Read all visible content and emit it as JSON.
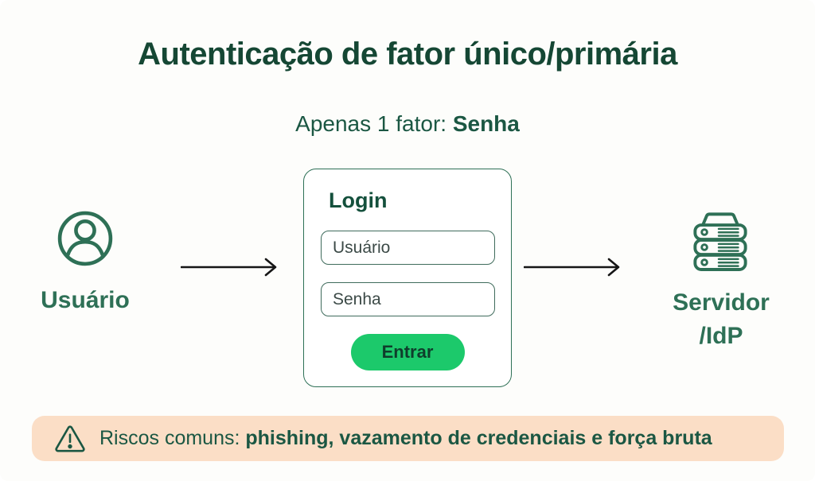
{
  "title": "Autenticação de fator único/primária",
  "subtitle": {
    "prefix": "Apenas 1 fator: ",
    "bold": "Senha"
  },
  "user_node": {
    "label": "Usuário",
    "icon": "user-icon"
  },
  "login_card": {
    "title": "Login",
    "username_placeholder": "Usuário",
    "password_placeholder": "Senha",
    "submit_label": "Entrar"
  },
  "server_node": {
    "label_line1": "Servidor",
    "label_line2": "/IdP",
    "icon": "server-icon"
  },
  "risk_banner": {
    "icon": "warning-icon",
    "prefix": "Riscos comuns: ",
    "bold": "phishing, vazamento de credenciais e força bruta"
  },
  "colors": {
    "bg": "#FDFDFB",
    "title_green": "#154734",
    "label_green": "#2E7056",
    "button_green": "#1CC96B",
    "button_text": "#0F3D2C",
    "banner_bg": "#FBDEC6",
    "banner_text": "#1B5743",
    "input_text": "#3C4A47",
    "arrow": "#161616"
  }
}
